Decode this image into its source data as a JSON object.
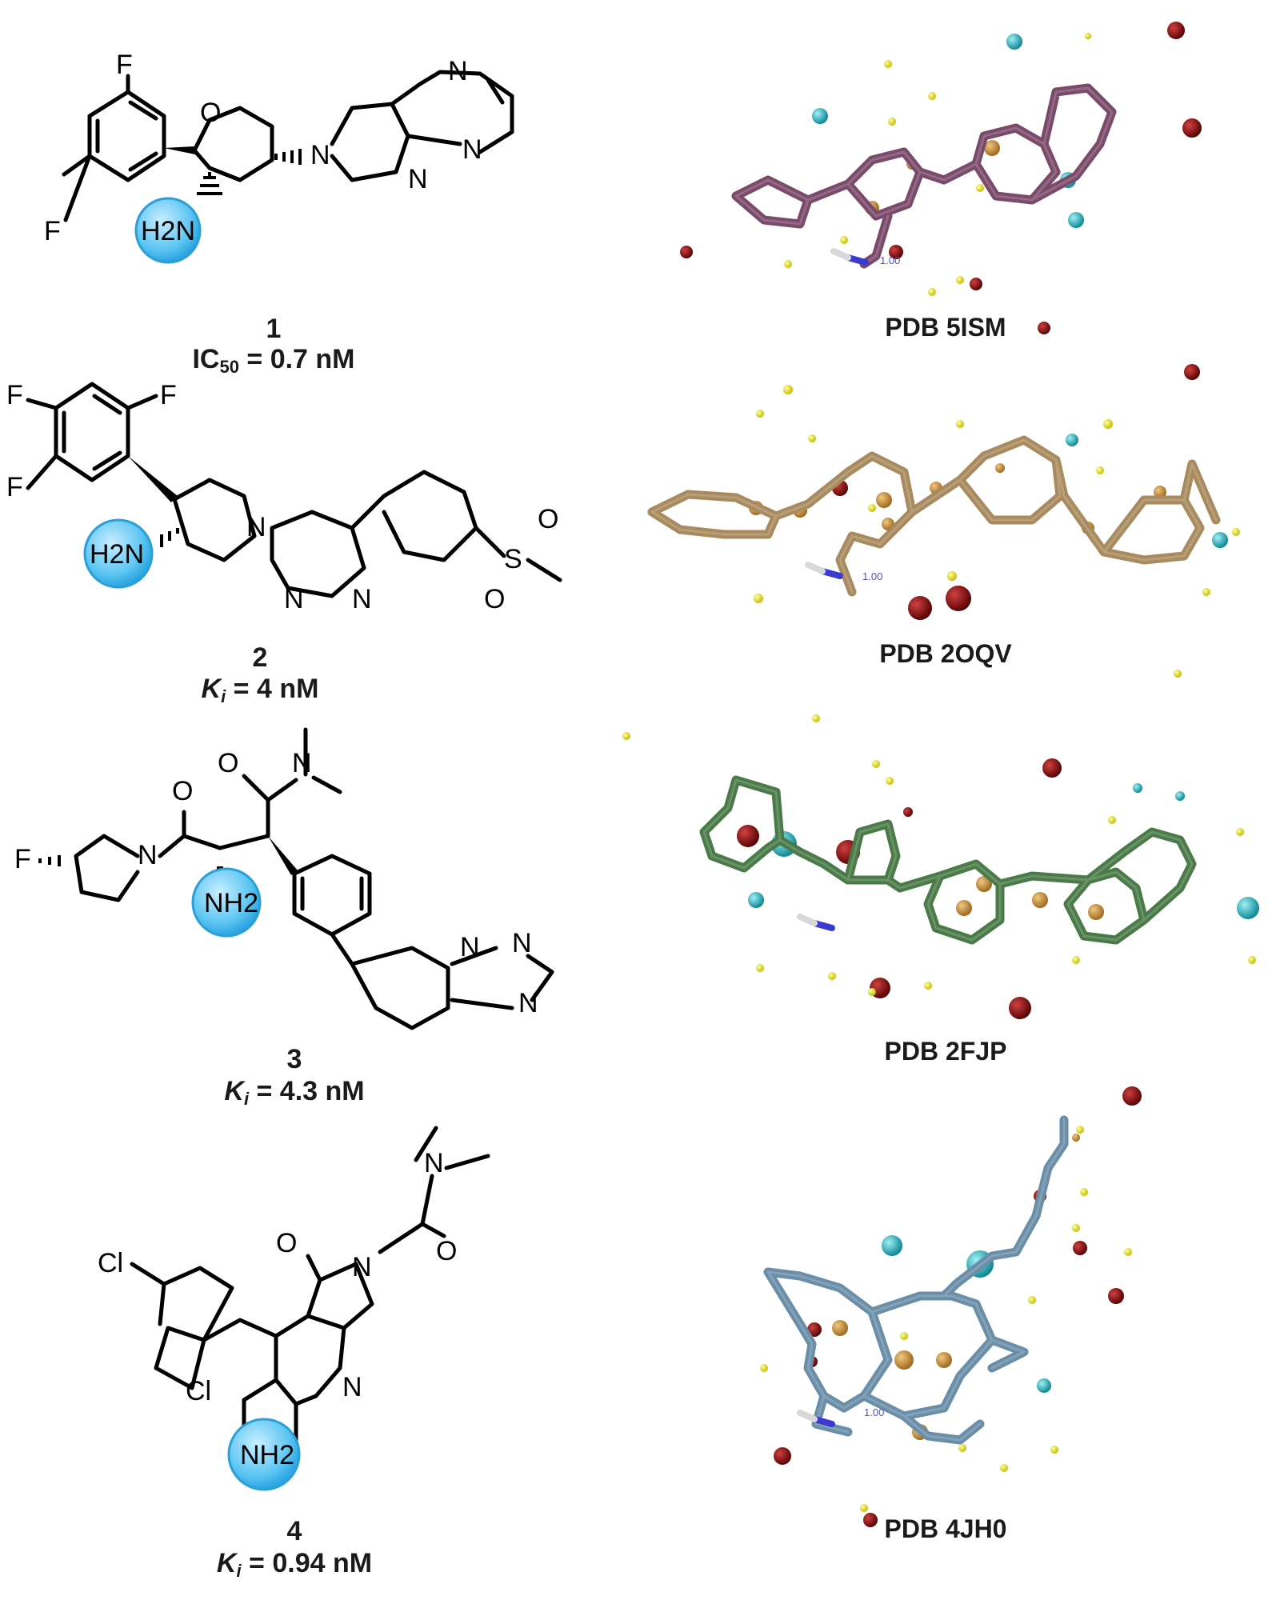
{
  "compounds": [
    {
      "number": "1",
      "activity_label": "IC",
      "activity_sub": "50",
      "activity_rest": " = 0.7 nM",
      "pdb": "PDB 5ISM",
      "amine": "H2N",
      "stick_color": "#7a4a6a"
    },
    {
      "number": "2",
      "activity_label": "K",
      "activity_sub": "i",
      "activity_rest": " = 4 nM",
      "pdb": "PDB 2OQV",
      "amine": "H2N",
      "stick_color": "#a88a5e"
    },
    {
      "number": "3",
      "activity_label": "K",
      "activity_sub": "i",
      "activity_rest": " = 4.3 nM",
      "pdb": "PDB 2FJP",
      "amine": "NH2",
      "stick_color": "#4a7a48"
    },
    {
      "number": "4",
      "activity_label": "K",
      "activity_sub": "i",
      "activity_rest": " = 0.94 nM",
      "pdb": "PDB 4JH0",
      "amine": "NH2",
      "stick_color": "#6a8ea8"
    }
  ],
  "distance_label": "1.00",
  "colors": {
    "amine_highlight": "#5cc6f2",
    "water_yellow": "#f2ea1c",
    "water_cyan": "#1fb3c0",
    "water_red": "#8a1010",
    "water_orange": "#c89040"
  }
}
